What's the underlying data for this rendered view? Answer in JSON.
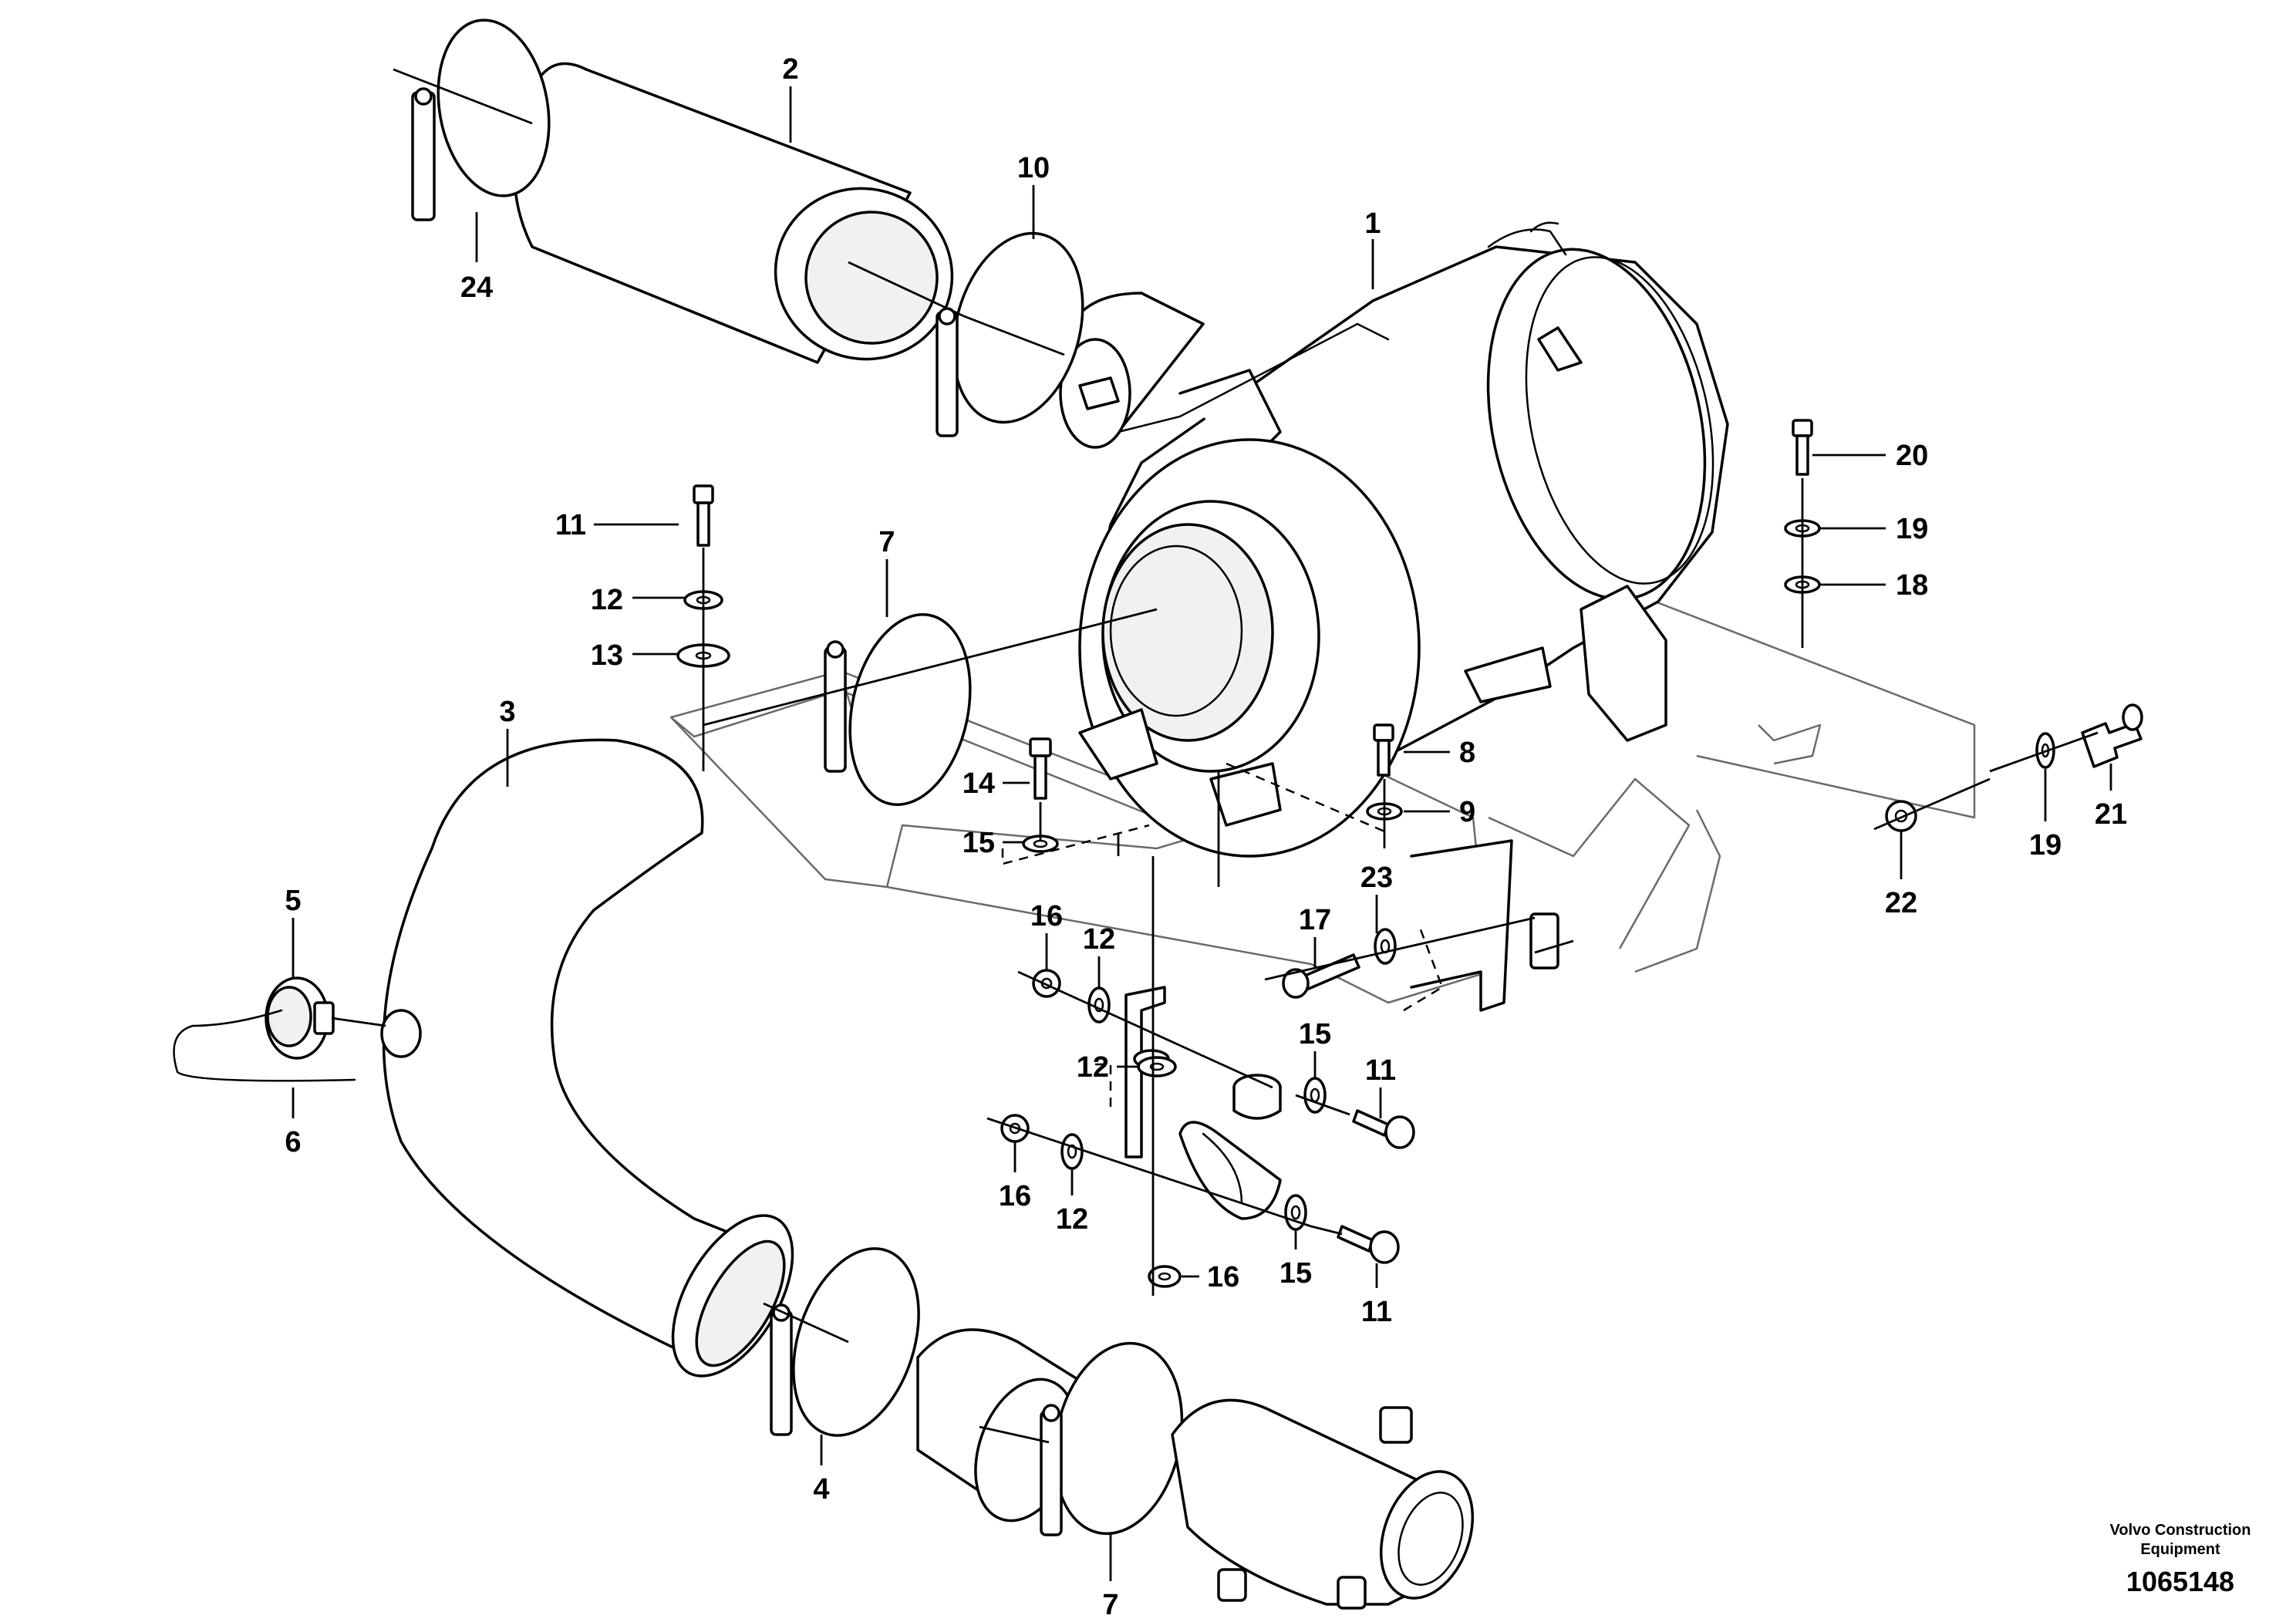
{
  "callouts": {
    "c1": "1",
    "c2": "2",
    "c3": "3",
    "c4": "4",
    "c5": "5",
    "c6": "6",
    "c7a": "7",
    "c7b": "7",
    "c8": "8",
    "c9": "9",
    "c10": "10",
    "c11a": "11",
    "c11b": "11",
    "c11c": "11",
    "c12a": "12",
    "c12b": "12",
    "c12c": "12",
    "c12d": "12",
    "c13": "13",
    "c14": "14",
    "c15a": "15",
    "c15b": "15",
    "c15c": "15",
    "c16a": "16",
    "c16b": "16",
    "c16c": "16",
    "c17": "17",
    "c18": "18",
    "c19a": "19",
    "c19b": "19",
    "c20": "20",
    "c21": "21",
    "c22": "22",
    "c23": "23",
    "c24": "24"
  },
  "footer": {
    "credit_line1": "Volvo Construction",
    "credit_line2": "Equipment",
    "document_number": "1065148"
  }
}
